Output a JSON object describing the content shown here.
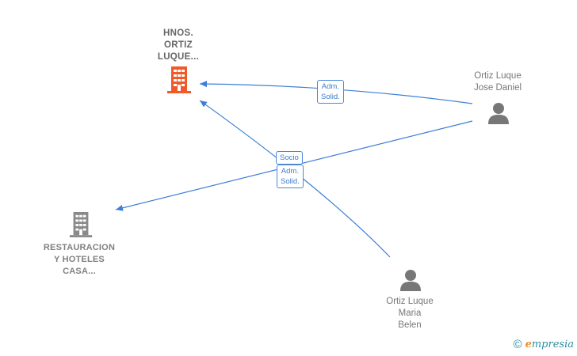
{
  "colors": {
    "edge": "#3d7fd6",
    "company_main": "#f05a28",
    "company_other": "#8a8a8a",
    "person": "#777777"
  },
  "nodes": {
    "hnos": {
      "lines": [
        "HNOS.",
        "ORTIZ",
        "LUQUE..."
      ],
      "icon": "building-icon"
    },
    "restauracion": {
      "lines": [
        "RESTAURACION",
        "Y HOTELES",
        "CASA..."
      ],
      "icon": "building-icon"
    },
    "jose_daniel": {
      "lines": [
        "Ortiz Luque",
        "Jose Daniel"
      ],
      "icon": "person-icon"
    },
    "maria_belen": {
      "lines": [
        "Ortiz Luque",
        "Maria",
        "Belen"
      ],
      "icon": "person-icon"
    }
  },
  "edge_labels": {
    "adm_solid_top": [
      "Adm.",
      "Solid."
    ],
    "socio": [
      "Socio"
    ],
    "adm_solid_mid": [
      "Adm.",
      "Solid."
    ]
  },
  "brand": {
    "copyright": "©",
    "name_first": "e",
    "name_rest": "mpresia"
  }
}
